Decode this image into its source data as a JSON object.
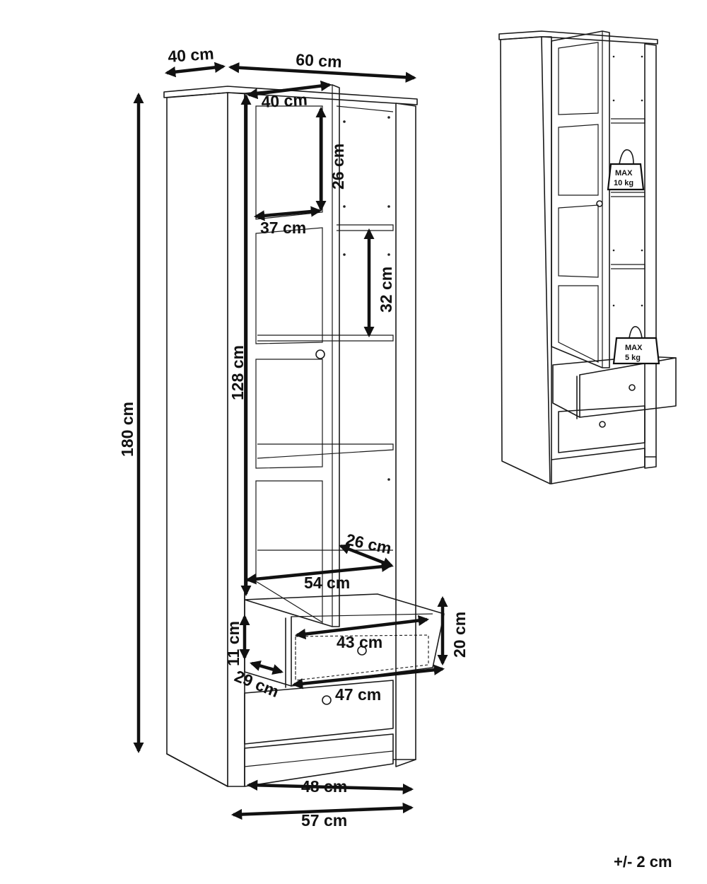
{
  "dimensions": {
    "depth_top": "40 cm",
    "width_top": "60 cm",
    "door_inner_width": "40 cm",
    "upper_glass_height": "26 cm",
    "upper_glass_width": "37 cm",
    "shelf_spacing": "32 cm",
    "door_height": "128 cm",
    "total_height": "180 cm",
    "shelf_depth": "26 cm",
    "door_width": "54 cm",
    "drawer_depth": "29 cm",
    "drawer_height_inner": "11 cm",
    "drawer_inner_width": "43 cm",
    "drawer_front_height": "20 cm",
    "drawer_front_width": "47 cm",
    "base_inner_width": "48 cm",
    "base_width": "57 cm"
  },
  "weight_limits": {
    "shelf": {
      "max": "MAX",
      "load": "10 kg"
    },
    "drawer": {
      "max": "MAX",
      "load": "5 kg"
    }
  },
  "tolerance": "+/- 2 cm"
}
